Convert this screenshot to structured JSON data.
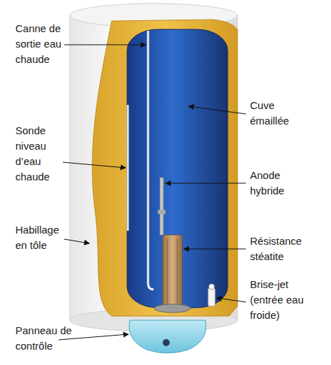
{
  "diagram": {
    "labels": [
      "Canne de sortie eau chaude",
      "Sonde niveau d’eau chaude",
      "Habillage en tôle",
      "Panneau de contrôle",
      "Cuve émaillée",
      "Anode hybride",
      "Résistance stéatite",
      "Brise-jet (entrée eau froide)"
    ]
  }
}
